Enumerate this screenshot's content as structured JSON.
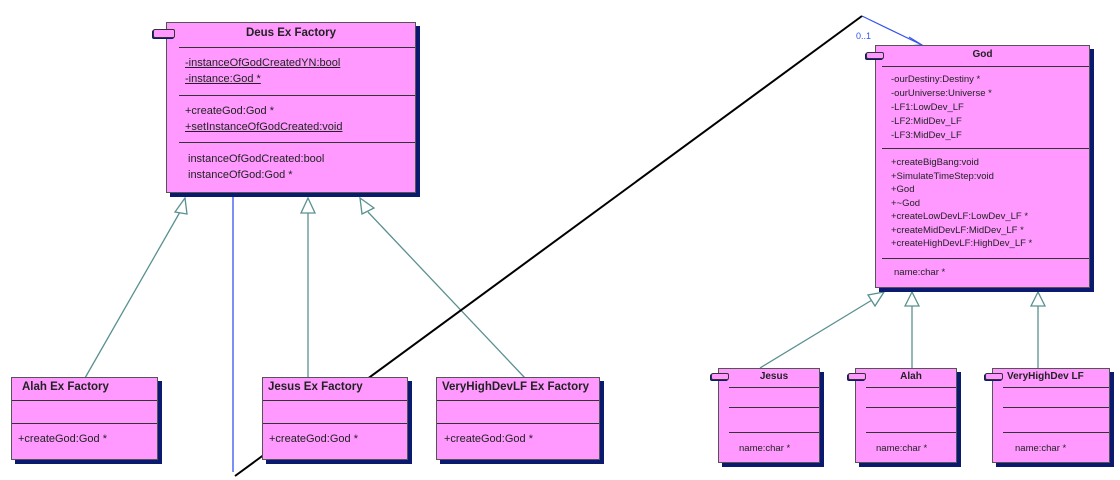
{
  "classes": {
    "deus": {
      "name": "Deus Ex Factory",
      "attributes": [
        "-instanceOfGodCreatedYN:bool",
        "-instance:God *"
      ],
      "operations": [
        "+createGod:God *",
        "+setInstanceOfGodCreated:void"
      ],
      "properties": [
        "instanceOfGodCreated:bool",
        "instanceOfGod:God *"
      ]
    },
    "alah_factory": {
      "name": "Alah Ex Factory",
      "operations": [
        "+createGod:God *"
      ]
    },
    "jesus_factory": {
      "name": "Jesus Ex Factory",
      "operations": [
        "+createGod:God *"
      ]
    },
    "veryhigh_factory": {
      "name": "VeryHighDevLF Ex Factory",
      "operations": [
        "+createGod:God *"
      ]
    },
    "god": {
      "name": "God",
      "attributes": [
        "-ourDestiny:Destiny *",
        "-ourUniverse:Universe *",
        "-LF1:LowDev_LF",
        "-LF2:MidDev_LF",
        "-LF3:MidDev_LF"
      ],
      "operations": [
        "+createBigBang:void",
        "+SimulateTimeStep:void",
        "+God",
        "+~God",
        "+createLowDevLF:LowDev_LF *",
        "+createMidDevLF:MidDev_LF *",
        "+createHighDevLF:HighDev_LF *"
      ],
      "properties": [
        "name:char *"
      ]
    },
    "jesus": {
      "name": "Jesus",
      "properties": [
        "name:char *"
      ]
    },
    "alah": {
      "name": "Alah",
      "properties": [
        "name:char *"
      ]
    },
    "veryhigh": {
      "name": "VeryHighDev LF",
      "properties": [
        "name:char *"
      ]
    }
  },
  "association": {
    "multiplicity": "0..1"
  },
  "colors": {
    "class_fill": "#ff99ff",
    "shadow": "#0a1a6e",
    "generalization": "#5a9090",
    "association": "#3355ee",
    "stray_line": "#000000"
  }
}
